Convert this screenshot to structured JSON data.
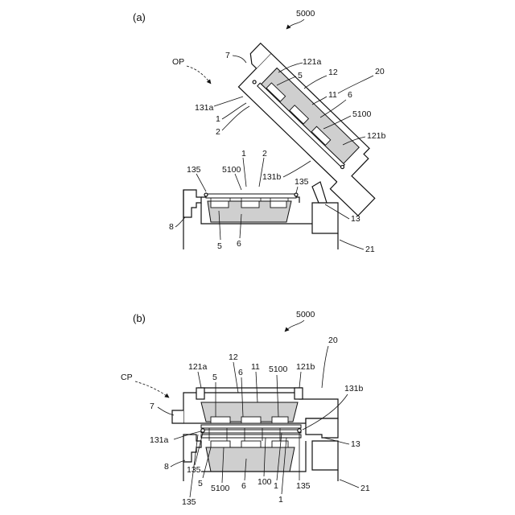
{
  "panel_a": {
    "caption": "(a)",
    "labels": {
      "l5000": "5000",
      "OP": "OP",
      "l7": "7",
      "l121a": "121a",
      "l5": "5",
      "l12": "12",
      "l20": "20",
      "l131a": "131a",
      "l11": "11",
      "l6": "6",
      "l1": "1",
      "l5100": "5100",
      "l2": "2",
      "l121b": "121b",
      "l1b": "1",
      "l2b": "2",
      "l135": "135",
      "l5100b": "5100",
      "l131b": "131b",
      "l135b": "135",
      "l8": "8",
      "l13": "13",
      "l5b": "5",
      "l6b": "6",
      "l21": "21"
    }
  },
  "panel_b": {
    "caption": "(b)",
    "labels": {
      "l5000": "5000",
      "l20": "20",
      "l12": "12",
      "l121a": "121a",
      "l121b": "121b",
      "CP": "CP",
      "l5": "5",
      "l6": "6",
      "l11": "11",
      "l5100": "5100",
      "l131b": "131b",
      "l7": "7",
      "l131a": "131a",
      "l13": "13",
      "l8": "8",
      "l135": "135",
      "l5b": "5",
      "l5100b": "5100",
      "l6b": "6",
      "l100": "100",
      "l1": "1",
      "l135b": "135",
      "l21": "21",
      "l135c": "135",
      "l1b": "1"
    }
  }
}
